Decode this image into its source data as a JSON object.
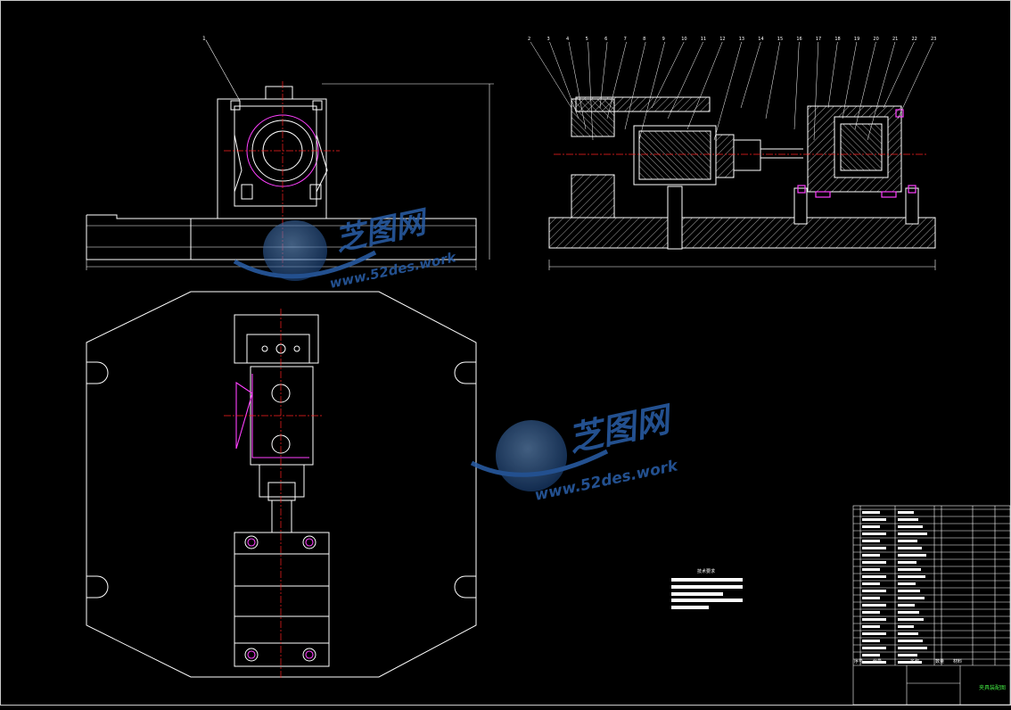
{
  "drawing": {
    "front_view_part_no": "1",
    "section_part_nos": [
      "2",
      "3",
      "4",
      "5",
      "6",
      "7",
      "8",
      "9",
      "10",
      "11",
      "12",
      "13",
      "14",
      "15",
      "16",
      "17",
      "18",
      "19",
      "20",
      "21",
      "22",
      "23"
    ]
  },
  "tech_requirements": {
    "heading": "技术要求"
  },
  "title_block": {
    "title_text": "夹具装配图",
    "header_cols": [
      "序号",
      "代号",
      "名称",
      "数量",
      "材料"
    ]
  },
  "watermarks": [
    {
      "brand": "芝图网",
      "url": "www.52des.work"
    },
    {
      "brand": "芝图网",
      "url": "www.52des.work"
    }
  ],
  "colors": {
    "line": "#ffffff",
    "hatch": "#d8d8d8",
    "center": "#ff2020",
    "highlight": "#ff40ff",
    "accent": "#40e040",
    "watermark": "#2a5fa8"
  }
}
